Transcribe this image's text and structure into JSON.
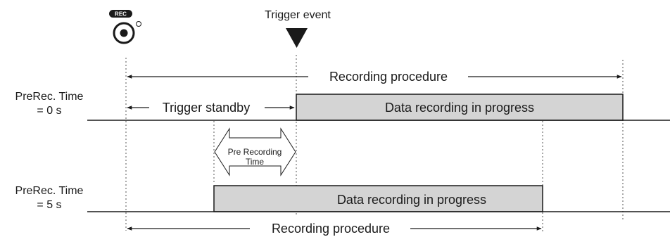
{
  "rec_button": {
    "badge": "REC"
  },
  "trigger": {
    "label": "Trigger event"
  },
  "row1": {
    "label_line1": "PreRec. Time",
    "label_line2": "= 0 s",
    "procedure": "Recording procedure",
    "standby": "Trigger standby",
    "bar": "Data recording in progress"
  },
  "prerec_arrow": {
    "line1": "Pre Recording",
    "line2": "Time"
  },
  "row2": {
    "label_line1": "PreRec. Time",
    "label_line2": "= 5 s",
    "bar": "Data recording in progress",
    "procedure": "Recording procedure"
  },
  "colors": {
    "bar_fill": "#d4d4d4",
    "line": "#1a1a1a"
  }
}
